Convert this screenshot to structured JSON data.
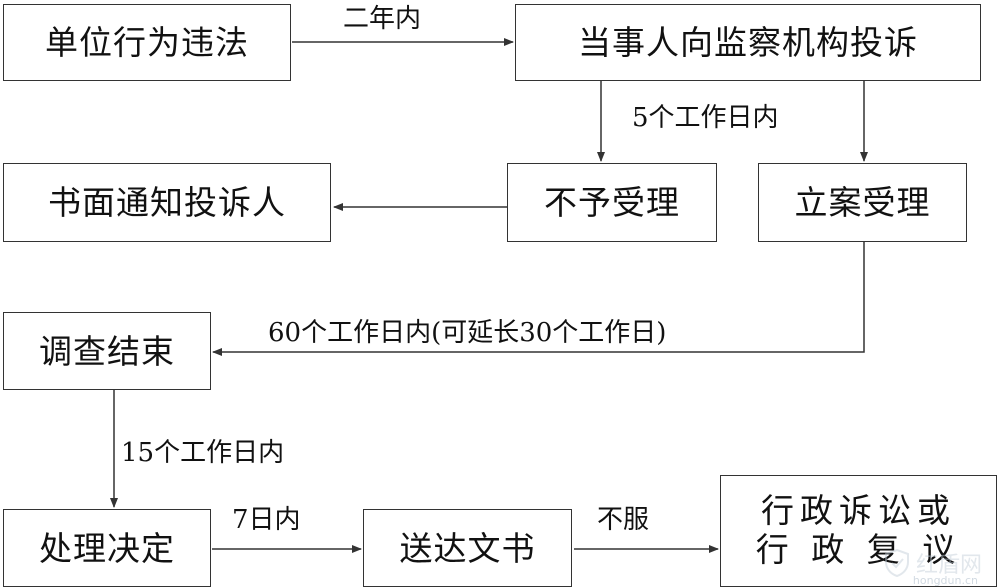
{
  "nodes": {
    "violation": "单位行为违法",
    "complaint": "当事人向监察机构投诉",
    "notify": "书面通知投诉人",
    "reject": "不予受理",
    "accept": "立案受理",
    "investigate": "调查结束",
    "decision": "处理决定",
    "deliver": "送达文书",
    "final_line1": "行政诉讼或",
    "final_line2": "行 政 复 议"
  },
  "edges": {
    "within_two_years": "二年内",
    "five_days": "5个工作日内",
    "sixty_days": "60个工作日内(可延长30个工作日)",
    "fifteen_days": "15个工作日内",
    "seven_days": "7日内",
    "disagree": "不服"
  },
  "watermark": {
    "brand": "红盾网",
    "domain": "hongdun.cn"
  },
  "colors": {
    "line": "#333333",
    "border": "#333333",
    "watermark": "#bfcbd6"
  }
}
